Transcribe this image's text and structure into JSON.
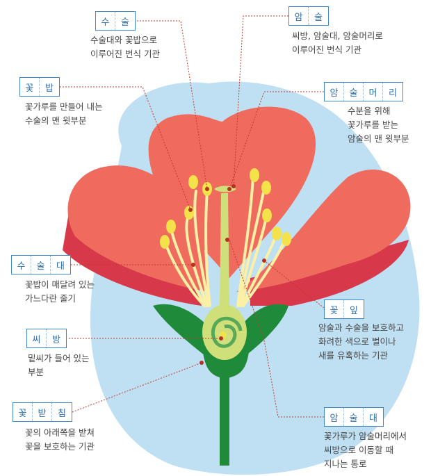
{
  "labels": {
    "stamen": {
      "term": [
        "수",
        "술"
      ],
      "desc": [
        "수술대와 꽃밥으로",
        "이루어진 번식 기관"
      ]
    },
    "pistil": {
      "term": [
        "암",
        "술"
      ],
      "desc": [
        "씨방, 암술대, 암술머리로",
        "이루어진 번식 기관"
      ]
    },
    "anther": {
      "term": [
        "꽃",
        "밥"
      ],
      "desc": [
        "꽃가루를 만들어 내는",
        "수술의 맨 윗부분"
      ]
    },
    "stigma": {
      "term": [
        "암",
        "술",
        "머",
        "리"
      ],
      "desc": [
        "수분을 위해",
        "꽃가루를 받는",
        "암술의 맨 윗부분"
      ]
    },
    "filament": {
      "term": [
        "수",
        "술",
        "대"
      ],
      "desc": [
        "꽃밥이 매달려 있는",
        "가느다란 줄기"
      ]
    },
    "petal": {
      "term": [
        "꽃",
        "잎"
      ],
      "desc": [
        "암술과 수술을 보호하고",
        "화려한 색으로 벌이나",
        "새를 유혹하는 기관"
      ]
    },
    "ovary": {
      "term": [
        "씨",
        "방"
      ],
      "desc": [
        "밑씨가 들어 있는",
        "부분"
      ]
    },
    "receptacle": {
      "term": [
        "꽃",
        "받",
        "침"
      ],
      "desc": [
        "꽃의 아래쪽을 받쳐",
        "꽃을 보호하는 기관"
      ]
    },
    "style": {
      "term": [
        "암",
        "술",
        "대"
      ],
      "desc": [
        "꽃가루가 암술머리에서",
        "씨방으로 이동할 때",
        "지나는 통로"
      ]
    }
  },
  "colors": {
    "background_blob": "#bfe0f3",
    "petal": "#ee6b5e",
    "petal_shadow": "#d8394a",
    "sepal": "#1f8a3a",
    "stem": "#1f8a3a",
    "pistil": "#cfe07a",
    "anther": "#f3e24a",
    "filament": "#fbf0a6",
    "leader_line": "#c0392b",
    "term_border": "#3c86c9"
  }
}
